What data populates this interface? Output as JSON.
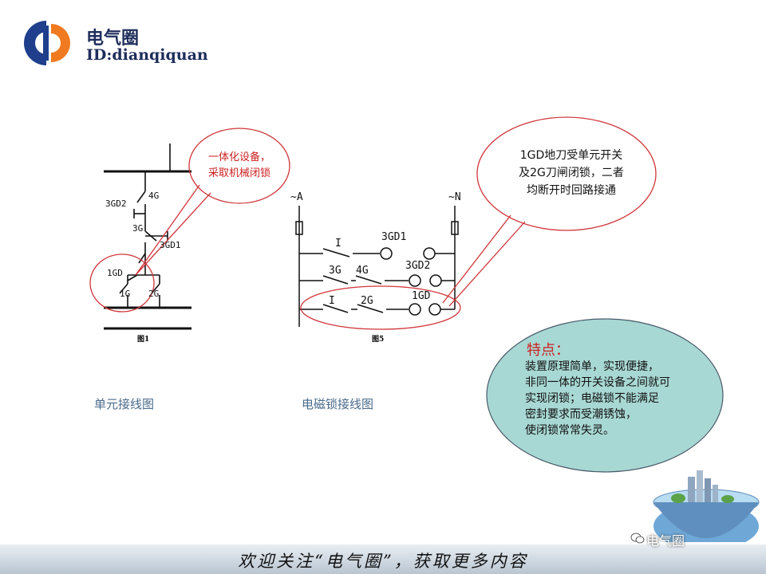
{
  "brand": {
    "name": "电气圈",
    "id": "ID:dianqiquan"
  },
  "left_diagram": {
    "labels": {
      "l_4g": "4G",
      "l_3gd2": "3GD2",
      "l_3g": "3G",
      "l_3gd1": "3GD1",
      "l_1gd": "1GD",
      "l_1g": "1G",
      "l_2g": "2G"
    },
    "figure_label": "图1",
    "caption": "单元接线图",
    "callout": {
      "line1": "一体化设备，",
      "line2": "采取机械闭锁"
    }
  },
  "right_diagram": {
    "labels": {
      "phase_a": "~A",
      "phase_n": "~N",
      "r1_i": "I",
      "r1_3gd1": "3GD1",
      "r2_3g": "3G",
      "r2_4g": "4G",
      "r2_3gd2": "3GD2",
      "r3_i": "I",
      "r3_2g": "2G",
      "r3_1gd": "1GD"
    },
    "figure_label": "图5",
    "caption": "电磁锁接线图",
    "callout": {
      "line1": "1GD地刀受单元开关",
      "line2": "及2G刀闸闭锁，二者",
      "line3": "均断开时回路接通"
    }
  },
  "features": {
    "title": "特点：",
    "lines": [
      "装置原理简单，实现便捷，",
      "非同一体的开关设备之间就可",
      "实现闭锁；电磁锁不能满足",
      "密封要求而受潮锈蚀，",
      "使闭锁常常失灵。"
    ]
  },
  "footer": {
    "text": "欢迎关注“电气圈”，获取更多内容",
    "wechat": "电气圈"
  },
  "colors": {
    "accent_red": "#cc2020",
    "brand_blue": "#1f3f8c",
    "brand_orange": "#f07a20",
    "feature_fill": "#a8d8d4"
  }
}
